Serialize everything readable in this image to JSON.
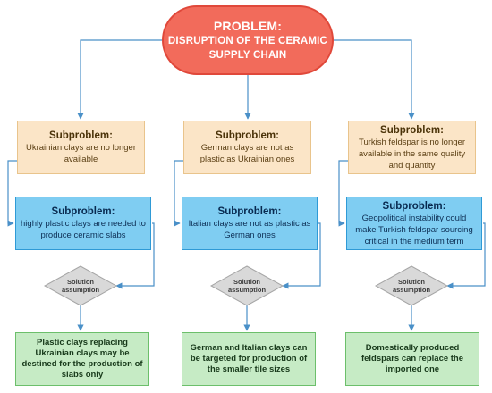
{
  "problem": {
    "title": "PROBLEM:",
    "line2": "DISRUPTION OF THE CERAMIC",
    "line3": "SUPPLY CHAIN"
  },
  "columns": [
    {
      "subproblem1": {
        "heading": "Subproblem:",
        "text": "Ukrainian clays are no longer available"
      },
      "subproblem2": {
        "heading": "Subproblem:",
        "text": "highly plastic clays are needed to produce ceramic slabs"
      },
      "decision": {
        "label": "Solution assumption"
      },
      "solution": {
        "text": "Plastic clays replacing Ukrainian clays may be destined for the production of slabs only"
      }
    },
    {
      "subproblem1": {
        "heading": "Subproblem:",
        "text": "German clays are not as plastic as Ukrainian ones"
      },
      "subproblem2": {
        "heading": "Subproblem:",
        "text": "Italian clays are not as plastic as German ones"
      },
      "decision": {
        "label": "Solution assumption"
      },
      "solution": {
        "text": "German and Italian clays can be targeted for production of the smaller tile sizes"
      }
    },
    {
      "subproblem1": {
        "heading": "Subproblem:",
        "text": "Turkish feldspar is no longer available in the same quality and quantity"
      },
      "subproblem2": {
        "heading": "Subproblem:",
        "text": "Geopolitical instability could make Turkish feldspar sourcing critical in the medium term"
      },
      "decision": {
        "label": "Solution assumption"
      },
      "solution": {
        "text": "Domestically produced feldspars can replace the imported one"
      }
    }
  ],
  "colors": {
    "problem_fill": "#f26b5b",
    "subproblem1_fill": "#fbe5c7",
    "subproblem2_fill": "#7fcdf2",
    "decision_fill": "#d9d9d9",
    "solution_fill": "#c6ebc5",
    "connector": "#4a90c8"
  }
}
